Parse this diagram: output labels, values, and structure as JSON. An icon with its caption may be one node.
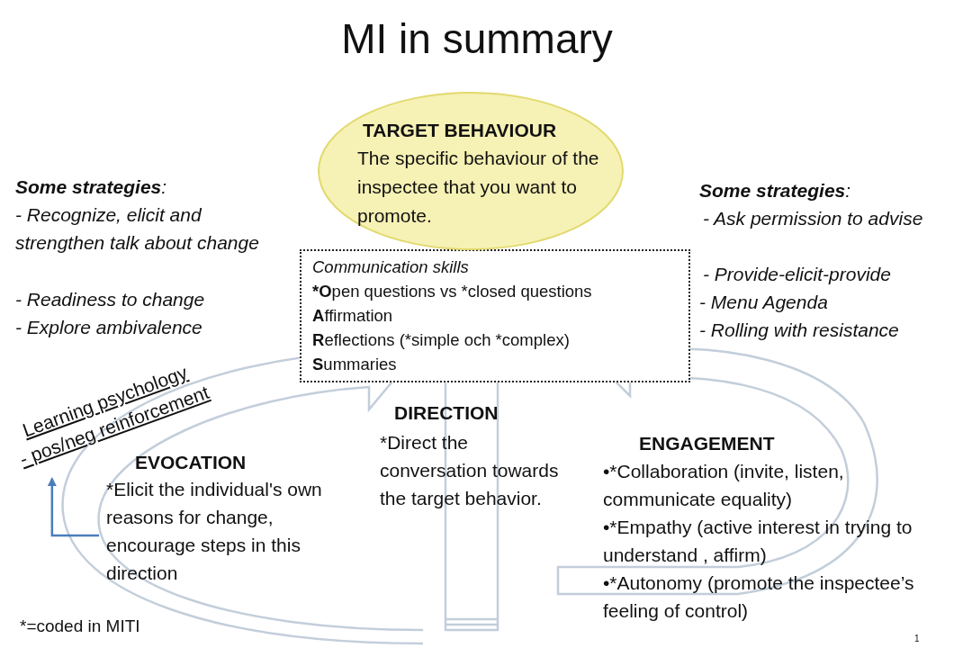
{
  "diagram": {
    "title": "MI in summary",
    "nodes": [
      {
        "text": [
          "TARGET BEHAVIOUR",
          "The specific behaviour of the inspectee that you want to promote."
        ]
      },
      {
        "text": [
          "Communication skills",
          "*Open questions vs *closed questions",
          "Affirmation",
          "Reflections (*simple och *complex)",
          "Summaries"
        ]
      },
      {
        "text": [
          "EVOCATION",
          "*Elicit the individual's own reasons for change, encourage steps in this direction"
        ]
      },
      {
        "text": [
          "Learning psychology",
          "- pos/neg reinforcement"
        ]
      }
    ],
    "edges": [
      {
        "from": 2,
        "to": 3,
        "arrow": "to",
        "color": "#4a7ebb"
      }
    ],
    "labels": [
      "**Some strategies**:",
      "- Recognize, elicit and strengthen talk about change",
      "- Readiness to change",
      "- Explore ambivalence",
      "**Some strategies**:",
      "- Ask permission to advise",
      "- Provide-elicit-provide",
      "- Menu Agenda",
      "- Rolling with resistance",
      "DIRECTION",
      "*Direct the conversation towards the target behavior.",
      "ENGAGEMENT",
      "•*Collaboration (invite, listen, communicate equality)",
      "•*Empathy (active interest in trying to understand , affirm)",
      "•*Autonomy (promote the inspectee’s feeling of control)",
      "*=coded in MITI",
      "1"
    ]
  }
}
